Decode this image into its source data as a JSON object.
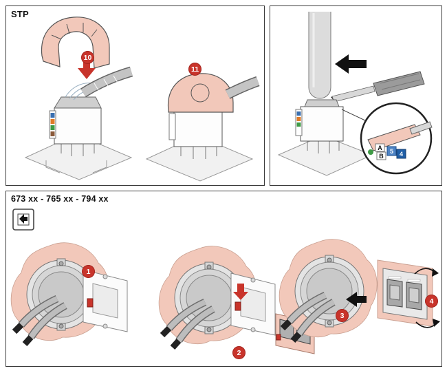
{
  "document": {
    "type": "installation-instruction-sheet"
  },
  "stp_panel": {
    "title": "STP",
    "step_badges": {
      "s10": "10",
      "s11": "11"
    }
  },
  "tool_panel": {
    "detail_labels": {
      "a": "A",
      "b": "B",
      "n5": "5",
      "n4": "4"
    }
  },
  "install_panel": {
    "title": "673 xx - 765 xx - 794 xx",
    "step_badges": {
      "s1": "1",
      "s2": "2",
      "s3": "3",
      "s4": "4"
    }
  },
  "colors": {
    "badge_red": "#c8342b",
    "salmon": "#f2c8ba",
    "label_blue_light": "#4d83c4",
    "label_blue_dark": "#1f5ea6",
    "green": "#3f9b46",
    "cable_gray": "#bdbdbd",
    "platform_gray": "#f1f1f1"
  }
}
